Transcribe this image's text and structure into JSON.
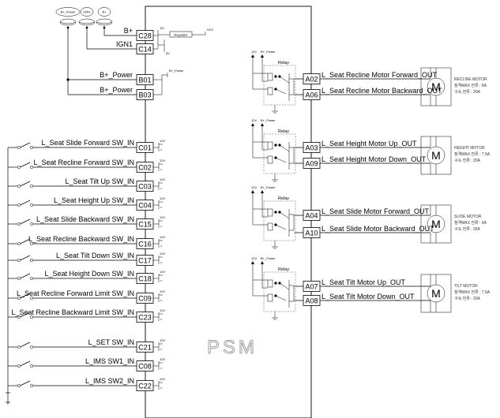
{
  "module_name": "PSM",
  "power_fuses": [
    {
      "label": "B+_Power"
    },
    {
      "label": "IGN1"
    },
    {
      "label": "B+"
    }
  ],
  "power_pins": [
    {
      "pin": "C28",
      "label": "B+"
    },
    {
      "pin": "C14",
      "label": "IGN1"
    },
    {
      "pin": "B01",
      "label": "B+_Power"
    },
    {
      "pin": "B03",
      "label": "B+_Power"
    }
  ],
  "internal_labels": {
    "regulator": "Regulator",
    "v5": "5V",
    "vcc": "VCC",
    "v12": "12V",
    "bpower": "B+_Power",
    "relay": "Relay"
  },
  "switch_inputs": [
    {
      "pin": "C01",
      "label": "L_Seat Slide Forward SW_IN"
    },
    {
      "pin": "C02",
      "label": "L_Seat Recline Forward SW_IN"
    },
    {
      "pin": "C03",
      "label": "L_Seat Tilt Up SW_IN"
    },
    {
      "pin": "C04",
      "label": "L_Seat Height Up SW_IN"
    },
    {
      "pin": "C15",
      "label": "L_Seat Slide Backward SW_IN"
    },
    {
      "pin": "C16",
      "label": "L_Seat Recline Backward SW_IN"
    },
    {
      "pin": "C17",
      "label": "L_Seat Tilt Down SW_IN"
    },
    {
      "pin": "C18",
      "label": "L_Seat Height Down SW_IN"
    },
    {
      "pin": "C09",
      "label": "L_Seat Recline Forward Limit SW_IN"
    },
    {
      "pin": "C23",
      "label": "L_Seat Recline Backward Limit SW_IN"
    },
    {
      "pin": "C21",
      "label": "L_SET SW_IN"
    },
    {
      "pin": "C08",
      "label": "L_IMS SW1_IN"
    },
    {
      "pin": "C22",
      "label": "L_IMS SW2_IN"
    }
  ],
  "motor_outputs": [
    {
      "pin": "A02",
      "label": "L_Seat Recline Motor Forward_OUT"
    },
    {
      "pin": "A06",
      "label": "L_Seat Recline Motor Backward_OUT"
    },
    {
      "pin": "A03",
      "label": "L_Seat Height Motor Up_OUT"
    },
    {
      "pin": "A09",
      "label": "L_Seat Height Motor Down_OUT"
    },
    {
      "pin": "A04",
      "label": "L_Seat Slide Motor Forward_OUT"
    },
    {
      "pin": "A10",
      "label": "L_Seat Slide Motor Backward_OUT"
    },
    {
      "pin": "A07",
      "label": "L_Seat Tilt Motor Up_OUT"
    },
    {
      "pin": "A08",
      "label": "L_Seat Tilt Motor Down_OUT"
    }
  ],
  "motors": [
    {
      "name": "RECLINE MOTOR",
      "spec1": "정격MAX 전류 : 9A",
      "spec2": "구속 전류 : 20A",
      "symbol": "M"
    },
    {
      "name": "HEIGHT MOTOR",
      "spec1": "정격MAX 전류 : 7.5A",
      "spec2": "구속 전류 : 20A",
      "symbol": "M"
    },
    {
      "name": "SLIDE MOTOR",
      "spec1": "정격MAX 전류 : 9A",
      "spec2": "구속 전류 : 25A",
      "symbol": "M"
    },
    {
      "name": "TILT MOTOR",
      "spec1": "정격MAX 전류 : 7.5A",
      "spec2": "구속 전류 : 20A",
      "symbol": "M"
    }
  ]
}
